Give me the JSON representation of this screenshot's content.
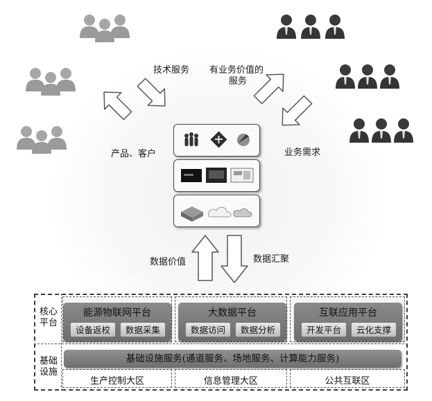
{
  "annotations": {
    "tech_service": "技术服务",
    "value_service_line1": "有业务价值的",
    "value_service_line2": "服务",
    "products_customers": "产品、客户",
    "business_demand": "业务需求",
    "data_value": "数据价值",
    "data_gathering": "数据汇聚"
  },
  "core_platform": {
    "side_label_line1": "核心",
    "side_label_line2": "平台",
    "groups": [
      {
        "title": "能源物联网平台",
        "items": [
          "设备返校",
          "数据采集"
        ]
      },
      {
        "title": "大数据平台",
        "items": [
          "数据访问",
          "数据分析"
        ]
      },
      {
        "title": "互联应用平台",
        "items": [
          "开发平台",
          "云化支撑"
        ]
      }
    ]
  },
  "infrastructure": {
    "side_label_line1": "基础",
    "side_label_line2": "设施",
    "bar_label": "基础设施服务(通道服务、场地服务、计算能力服务)",
    "zones": [
      "生产控制大区",
      "信息管理大区",
      "公共互联区"
    ]
  },
  "icons": {
    "left_groups": "people-group-icon",
    "right_groups": "business-people-icon",
    "hub_row1": "people-tools-globe-icon",
    "hub_row2": "screens-icon",
    "hub_row3": "server-cloud-icon"
  },
  "colors": {
    "left_people": "#9e9e9e",
    "right_people": "#3c3c3c",
    "bar": "#7d7d7d",
    "pill": "#d4d4d4"
  }
}
